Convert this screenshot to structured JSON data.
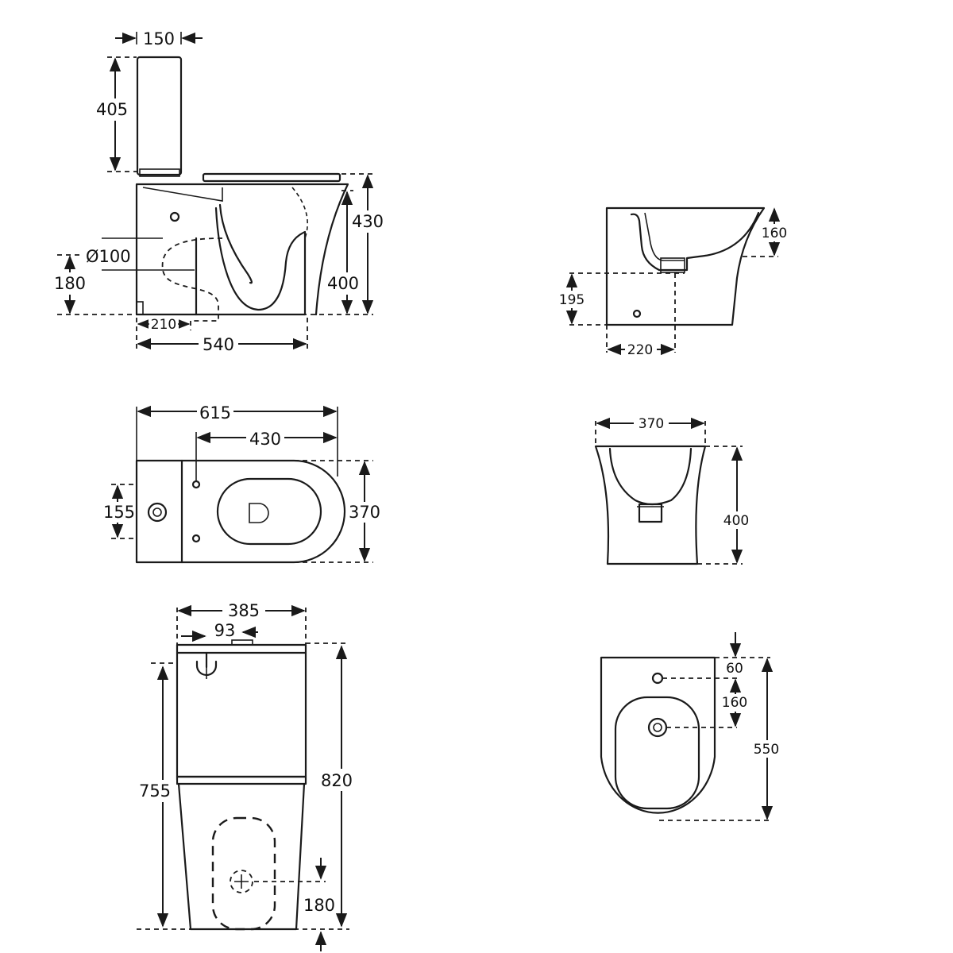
{
  "views": {
    "toilet_side": {
      "cistern_depth": "150",
      "cistern_height": "405",
      "total_height": "430",
      "seat_height": "400",
      "outlet_diameter": "Ø100",
      "outlet_height": "180",
      "outlet_setback": "210",
      "pan_depth": "540"
    },
    "toilet_top": {
      "overall_length": "615",
      "pan_length": "430",
      "fixing_spacing": "155",
      "overall_width": "370"
    },
    "toilet_front": {
      "cistern_width": "385",
      "button_offset": "93",
      "pan_height": "755",
      "overall_height": "820",
      "outlet_height": "180"
    },
    "bidet_side": {
      "bowl_depth": "160",
      "outlet_height": "195",
      "outlet_setback": "220"
    },
    "bidet_front": {
      "width": "370",
      "height": "400"
    },
    "bidet_top": {
      "tap_hole_offset": "60",
      "tap_to_drain": "160",
      "length": "550"
    }
  },
  "colors": {
    "line": "#1a1a1a",
    "background": "#ffffff"
  }
}
